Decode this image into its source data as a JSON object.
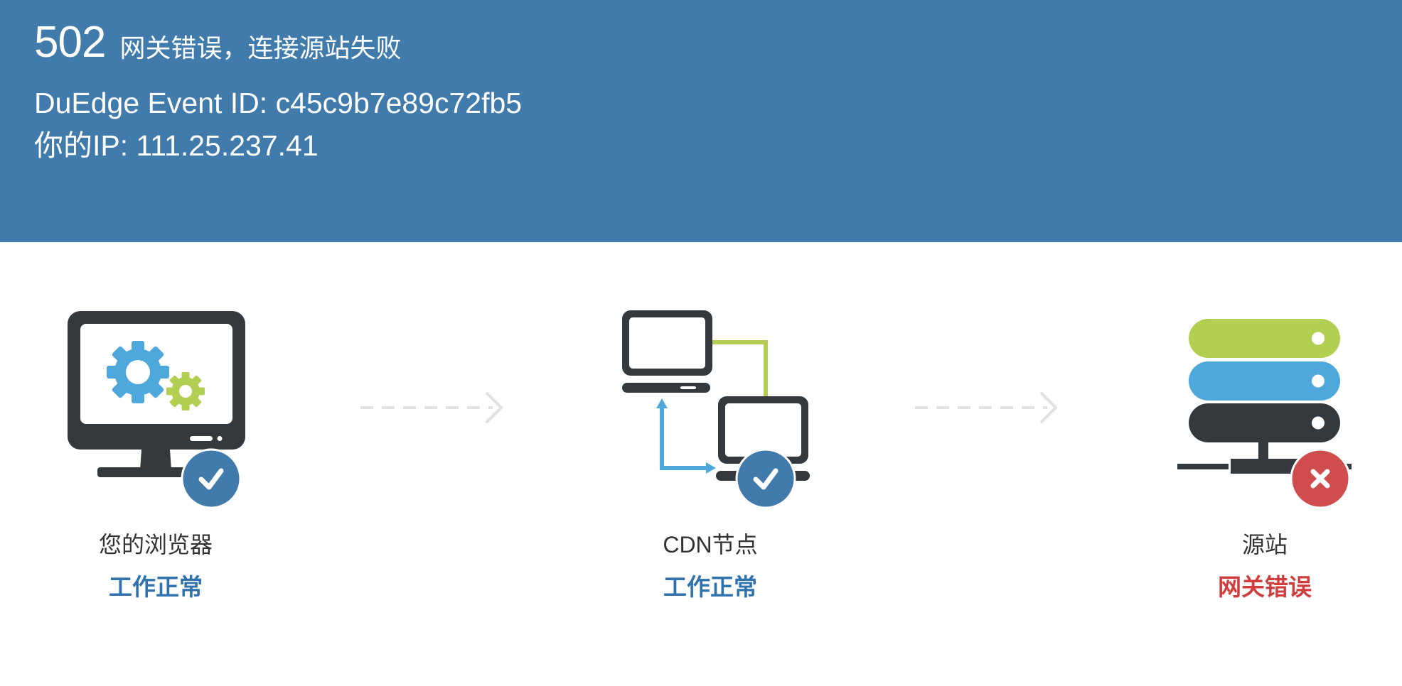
{
  "header": {
    "code": "502",
    "message": "网关错误，连接源站失败",
    "event_id": "DuEdge Event ID: c45c9b7e89c72fb5",
    "ip": "你的IP: 111.25.237.41"
  },
  "colors": {
    "banner": "#417bac",
    "ok": "#2f72ad",
    "error": "#d03d3d",
    "dark": "#33393d",
    "blue_accent": "#4fa8dc",
    "green_accent": "#b3cf51",
    "arrow": "#e2e2e2"
  },
  "nodes": [
    {
      "label": "您的浏览器",
      "status": "工作正常",
      "icon": "monitor-gears-icon",
      "badge": "check-icon",
      "state": "ok"
    },
    {
      "label": "CDN节点",
      "status": "工作正常",
      "icon": "network-laptops-icon",
      "badge": "check-icon",
      "state": "ok"
    },
    {
      "label": "源站",
      "status": "网关错误",
      "icon": "server-stack-icon",
      "badge": "cross-icon",
      "state": "error"
    }
  ],
  "connectors": [
    "dashed-arrow-icon",
    "dashed-arrow-icon"
  ]
}
